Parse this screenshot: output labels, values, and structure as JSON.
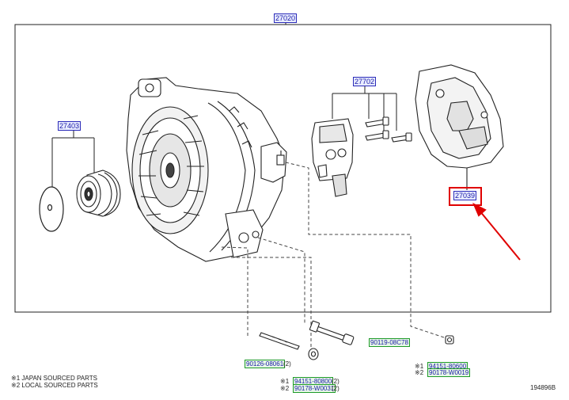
{
  "diagram": {
    "assembly_callout": "27020",
    "callouts": {
      "pulley_group": "27403",
      "regulator_group": "27702",
      "rear_cover": "27039"
    },
    "fasteners": [
      {
        "part": "90126-08061",
        "qty": "(2)"
      },
      {
        "part": "90119-08C78",
        "qty": ""
      },
      {
        "part": "94151-80800",
        "qty": "(2)",
        "mark": "※1"
      },
      {
        "part": "90178-W0031",
        "qty": "(2)",
        "mark": "※2"
      },
      {
        "part": "94151-80600",
        "qty": "",
        "mark": "※1"
      },
      {
        "part": "90178-W0019",
        "qty": "",
        "mark": "※2"
      }
    ],
    "notes": [
      "※1 JAPAN SOURCED PARTS",
      "※2 LOCAL SOURCED PARTS"
    ],
    "illustration_id": "194896B",
    "highlight_color": "#e00000",
    "callout_color": "#2a2ab8",
    "part_link_color": "#1f9a2a"
  }
}
